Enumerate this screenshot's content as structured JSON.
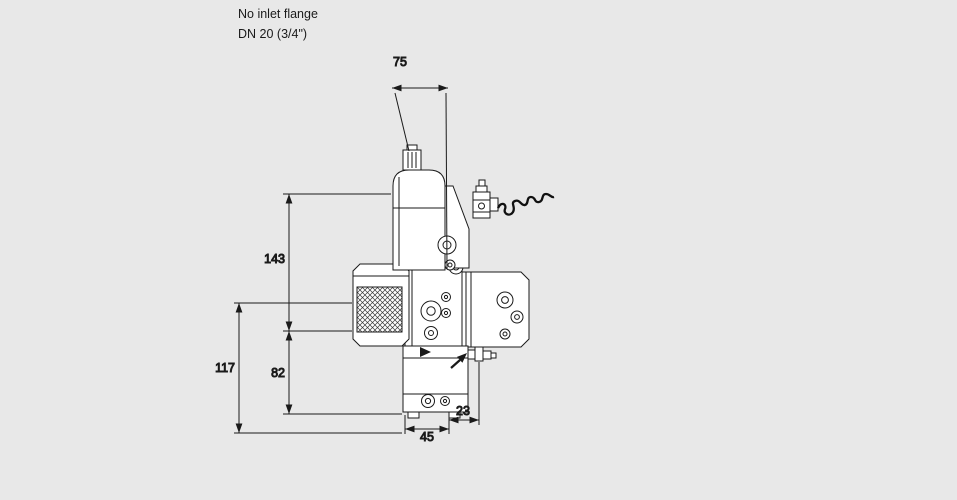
{
  "meta": {
    "colors": {
      "background": "#e8e8e8",
      "line": "#1a1a1a",
      "part_fill": "#ffffff",
      "cable": "#111111"
    }
  },
  "annotations": {
    "note_line1": "No inlet flange",
    "note_line2": "DN 20 (3/4\")"
  },
  "dimensions": {
    "top_width": "75",
    "upper_height": "143",
    "overall_lower_height": "117",
    "lower_height": "82",
    "base_width": "45",
    "test_point_offset": "23"
  }
}
